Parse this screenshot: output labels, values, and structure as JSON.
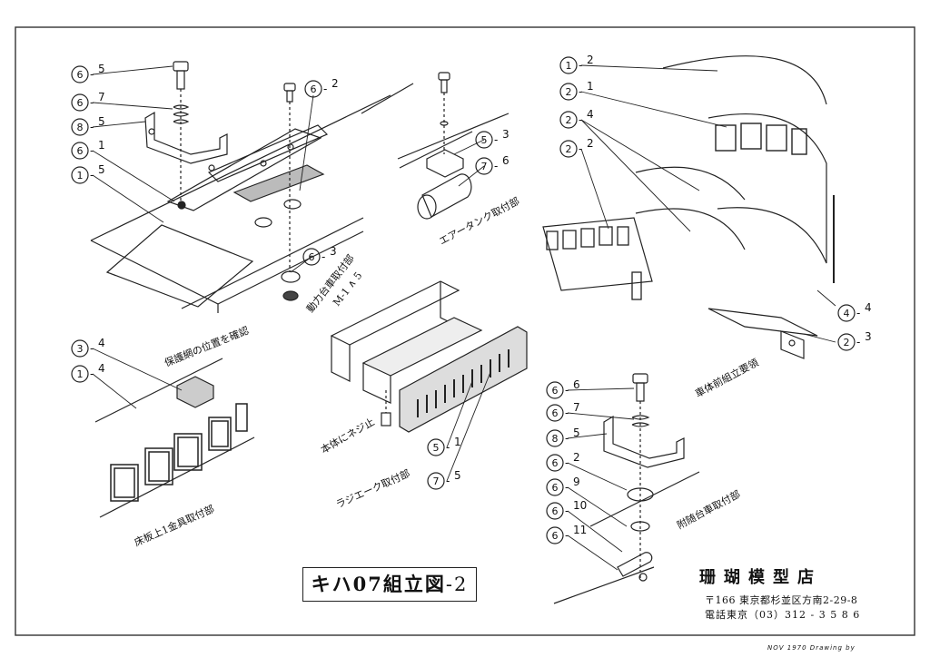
{
  "title": {
    "main": "キハ07組立図",
    "suffix": "-2"
  },
  "maker": {
    "name": "珊瑚模型店",
    "address": "〒166 東京都杉並区方南2-29-8",
    "phone": "電話東京（03）312 - 3 5 8 6"
  },
  "footer": "NOV 1970 Drawing by",
  "section_labels": [
    {
      "id": "power-bogie",
      "text": "動力台車取付部"
    },
    {
      "id": "power-bogie-note",
      "text": "M-1 ∧ 5"
    },
    {
      "id": "air-tank",
      "text": "エアータンク取付部"
    },
    {
      "id": "radiator",
      "text": "ラジエーク取付部"
    },
    {
      "id": "radiator-note",
      "text": "本体にネジ止"
    },
    {
      "id": "front-body",
      "text": "車体前組立要領"
    },
    {
      "id": "trailer-bogie",
      "text": "附随台車取付部"
    },
    {
      "id": "grille-note",
      "text": "保護網の位置を確認"
    },
    {
      "id": "window-fitting",
      "text": "床板上1金具取付部"
    }
  ],
  "callouts": [
    {
      "id": "6-5-top",
      "main": "6",
      "sub": "5"
    },
    {
      "id": "6-7-top",
      "main": "6",
      "sub": "7"
    },
    {
      "id": "8-5-top",
      "main": "8",
      "sub": "5"
    },
    {
      "id": "6-1",
      "main": "6",
      "sub": "1"
    },
    {
      "id": "1-5",
      "main": "1",
      "sub": "5"
    },
    {
      "id": "6-2-top",
      "main": "6",
      "sub": "2"
    },
    {
      "id": "6-3",
      "main": "6",
      "sub": "3"
    },
    {
      "id": "5-3",
      "main": "5",
      "sub": "3"
    },
    {
      "id": "7-6",
      "main": "7",
      "sub": "6"
    },
    {
      "id": "1-2",
      "main": "1",
      "sub": "2"
    },
    {
      "id": "2-1",
      "main": "2",
      "sub": "1"
    },
    {
      "id": "2-4",
      "main": "2",
      "sub": "4"
    },
    {
      "id": "2-2",
      "main": "2",
      "sub": "2"
    },
    {
      "id": "4-4",
      "main": "4",
      "sub": "4"
    },
    {
      "id": "2-3",
      "main": "2",
      "sub": "3"
    },
    {
      "id": "3-4",
      "main": "3",
      "sub": "4"
    },
    {
      "id": "1-4",
      "main": "1",
      "sub": "4"
    },
    {
      "id": "5-1",
      "main": "5",
      "sub": "1"
    },
    {
      "id": "7-5",
      "main": "7",
      "sub": "5"
    },
    {
      "id": "6-6",
      "main": "6",
      "sub": "6"
    },
    {
      "id": "6-7-bot",
      "main": "6",
      "sub": "7"
    },
    {
      "id": "8-5-bot",
      "main": "8",
      "sub": "5"
    },
    {
      "id": "6-2-bot",
      "main": "6",
      "sub": "2"
    },
    {
      "id": "6-9",
      "main": "6",
      "sub": "9"
    },
    {
      "id": "6-10",
      "main": "6",
      "sub": "10"
    },
    {
      "id": "6-11",
      "main": "6",
      "sub": "11"
    }
  ]
}
